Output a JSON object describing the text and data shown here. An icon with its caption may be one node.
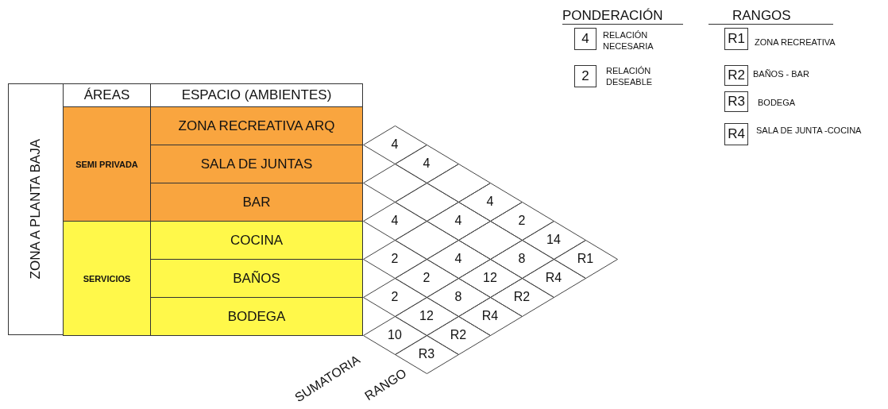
{
  "diagram": {
    "nodes": [
      {
        "text": [
          "ZONA A PLANTA BAJA"
        ]
      },
      {
        "text": [
          "ÁREAS"
        ]
      },
      {
        "text": [
          "ESPACIO (AMBIENTES)"
        ]
      },
      {
        "text": [
          "SEMI PRIVADA"
        ]
      },
      {
        "text": [
          "SERVICIOS"
        ]
      },
      {
        "text": [
          "ZONA RECREATIVA ARQ"
        ]
      },
      {
        "text": [
          "SALA DE JUNTAS"
        ]
      },
      {
        "text": [
          "BAR"
        ]
      },
      {
        "text": [
          "COCINA"
        ]
      },
      {
        "text": [
          "BAÑOS"
        ]
      },
      {
        "text": [
          "BODEGA"
        ]
      },
      {
        "text": [
          "4"
        ]
      },
      {
        "text": [
          "4"
        ]
      },
      {
        "text": [],
        "shape": "diamond"
      },
      {
        "text": [
          "4"
        ]
      },
      {
        "text": [
          "2"
        ]
      },
      {
        "text": [
          "14"
        ]
      },
      {
        "text": [
          "R1"
        ]
      },
      {
        "text": [],
        "shape": "diamond"
      },
      {
        "text": [],
        "shape": "diamond"
      },
      {
        "text": [
          "4"
        ]
      },
      {
        "text": [],
        "shape": "diamond"
      },
      {
        "text": [
          "8"
        ]
      },
      {
        "text": [
          "R4"
        ]
      },
      {
        "text": [
          "4"
        ]
      },
      {
        "text": [],
        "shape": "diamond"
      },
      {
        "text": [
          "4"
        ]
      },
      {
        "text": [
          "12"
        ]
      },
      {
        "text": [
          "R2"
        ]
      },
      {
        "text": [
          "2"
        ]
      },
      {
        "text": [
          "2"
        ]
      },
      {
        "text": [
          "8"
        ]
      },
      {
        "text": [
          "R4"
        ]
      },
      {
        "text": [
          "2"
        ]
      },
      {
        "text": [
          "12"
        ]
      },
      {
        "text": [
          "R2"
        ]
      },
      {
        "text": [
          "10"
        ]
      },
      {
        "text": [
          "R3"
        ]
      },
      {
        "text": [
          "4"
        ],
        "beside": [
          "RELACIÓN NECESARIA"
        ]
      },
      {
        "text": [
          "2"
        ],
        "beside": [
          "RELACIÓN DESEABLE"
        ]
      },
      {
        "text": [
          "R1"
        ],
        "beside": [
          "ZONA RECREATIVA"
        ]
      },
      {
        "text": [
          "R2"
        ],
        "beside": [
          "BAÑOS - BAR"
        ]
      },
      {
        "text": [
          "R3"
        ],
        "beside": [
          "BODEGA"
        ]
      },
      {
        "text": [
          "R4"
        ],
        "beside": [
          "SALA DE JUNTA -COCINA"
        ]
      }
    ],
    "labels": [
      "PONDERACIÓN",
      "RANGOS",
      "SUMATORIA",
      "RANGO"
    ]
  }
}
